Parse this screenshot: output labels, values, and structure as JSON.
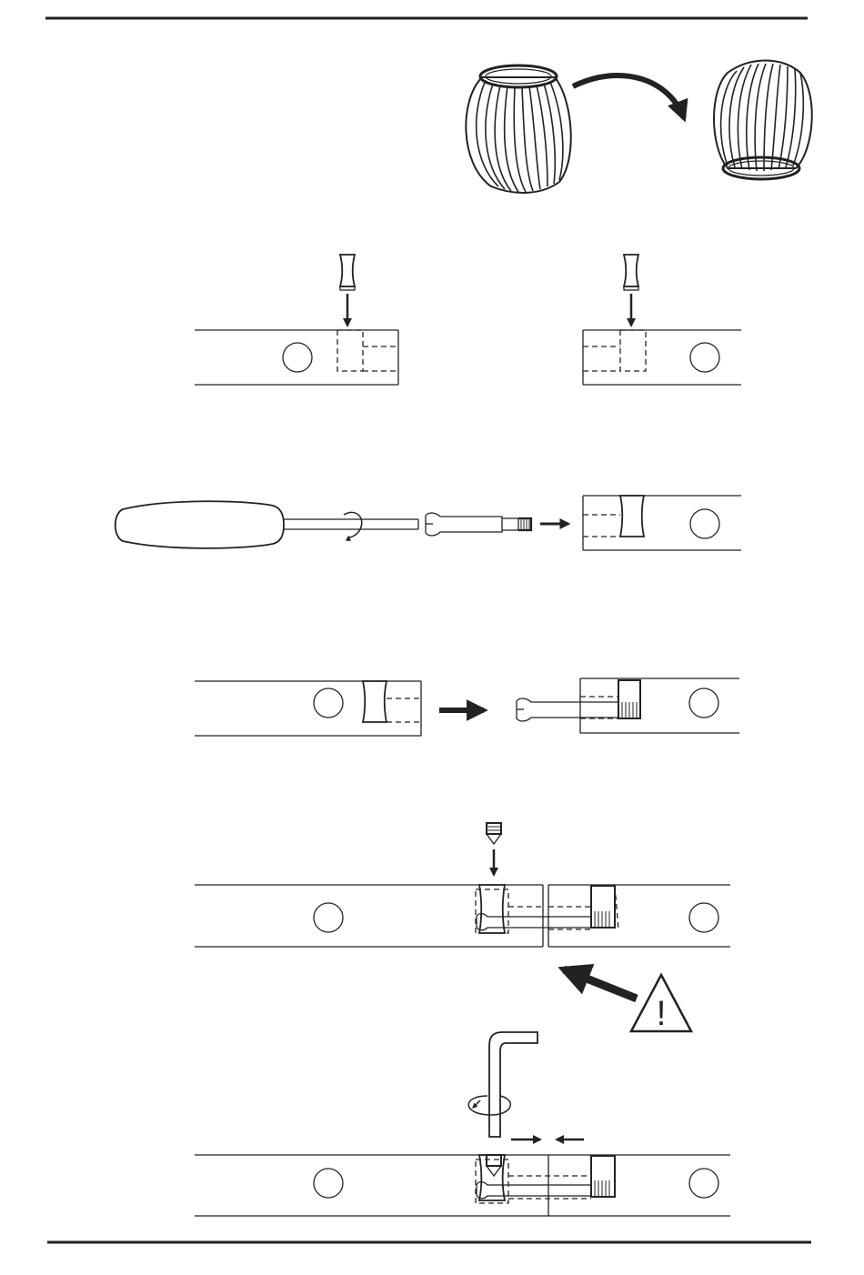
{
  "page": {
    "warning_symbol": "!",
    "colors": {
      "ink": "#222222",
      "paper": "#ffffff"
    }
  },
  "steps": [
    {
      "id": "flip-shade",
      "icons": [
        "lamp-shade-upright-icon",
        "curved-arrow-icon",
        "lamp-shade-inverted-icon"
      ]
    },
    {
      "id": "insert-barrel-nuts",
      "icons": [
        "barrel-nut-icon",
        "down-arrow-icon",
        "bracket-rail-icon"
      ]
    },
    {
      "id": "drive-bolt",
      "icons": [
        "screwdriver-icon",
        "rotation-icon",
        "connector-bolt-icon",
        "right-arrow-icon"
      ]
    },
    {
      "id": "join-rails",
      "icons": [
        "bracket-rail-icon",
        "right-arrow-icon",
        "connector-bolt-icon"
      ]
    },
    {
      "id": "insert-set-screw",
      "icons": [
        "set-screw-icon",
        "down-arrow-icon",
        "warning-icon"
      ]
    },
    {
      "id": "tighten-allen-key",
      "icons": [
        "allen-key-icon",
        "rotation-icon",
        "push-together-arrows-icon"
      ]
    }
  ]
}
